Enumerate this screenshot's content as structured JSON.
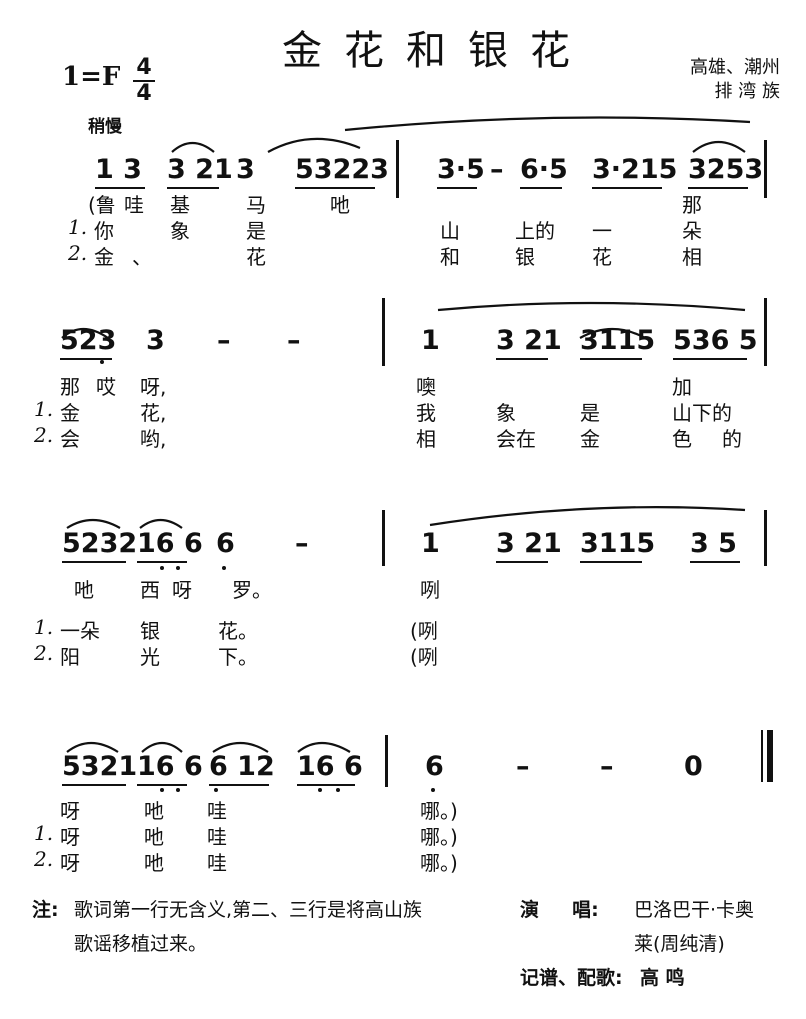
{
  "header": {
    "title": "金花和银花",
    "key": "1=F",
    "time_top": "4",
    "time_bottom": "4",
    "tempo": "稍慢",
    "source_line1": "高雄、潮州",
    "source_line2": "排 湾 族"
  },
  "systems": [
    {
      "notes": [
        "1 3",
        "3 21",
        "3",
        "53223",
        "3·5",
        "–",
        "6·5",
        "3·215",
        "3253"
      ],
      "lyrics": [
        [
          "(鲁",
          "哇",
          "基",
          "马",
          "吔",
          "那"
        ],
        [
          "1.",
          "你",
          "象",
          "是",
          "山",
          "上的",
          "一",
          "朵"
        ],
        [
          "2.",
          "金",
          "、",
          "花",
          "和",
          "银",
          "花",
          "相"
        ]
      ]
    },
    {
      "notes": [
        "523",
        "3",
        "–",
        "–",
        "1",
        "3 21",
        "3115",
        "536 5"
      ],
      "lyrics": [
        [
          "那",
          "哎",
          "呀,",
          "噢",
          "加"
        ],
        [
          "1.",
          "金",
          "花,",
          "我",
          "象",
          "是",
          "山下的"
        ],
        [
          "2.",
          "会",
          "哟,",
          "相",
          "会在",
          "金",
          "色",
          "的"
        ]
      ]
    },
    {
      "notes": [
        "5232",
        "16 6",
        "6",
        "–",
        "1",
        "3 21",
        "3115",
        "3 5"
      ],
      "lyrics": [
        [
          "吔",
          "西",
          "呀",
          "罗。",
          "咧"
        ],
        [
          "1.",
          "一朵",
          "银",
          "花。",
          "(咧"
        ],
        [
          "2.",
          "阳",
          "光",
          "下。",
          "(咧"
        ]
      ]
    },
    {
      "notes": [
        "5321",
        "16 6",
        "6 12",
        "16 6",
        "6",
        "–",
        "–",
        "0"
      ],
      "lyrics": [
        [
          "呀",
          "吔",
          "哇",
          "哪。)"
        ],
        [
          "1.",
          "呀",
          "吔",
          "哇",
          "哪。)"
        ],
        [
          "2.",
          "呀",
          "吔",
          "哇",
          "哪。)"
        ]
      ]
    }
  ],
  "footer": {
    "note_label": "注:",
    "note_line1": "歌词第一行无含义,第二、三行是将高山族",
    "note_line2": "歌谣移植过来。",
    "singer_label": "演     唱:",
    "singer_line1": "巴洛巴干·卡奥",
    "singer_line2": "莱(周纯清)",
    "arranger_label": "记谱、配歌:",
    "arranger": "高 鸣"
  }
}
